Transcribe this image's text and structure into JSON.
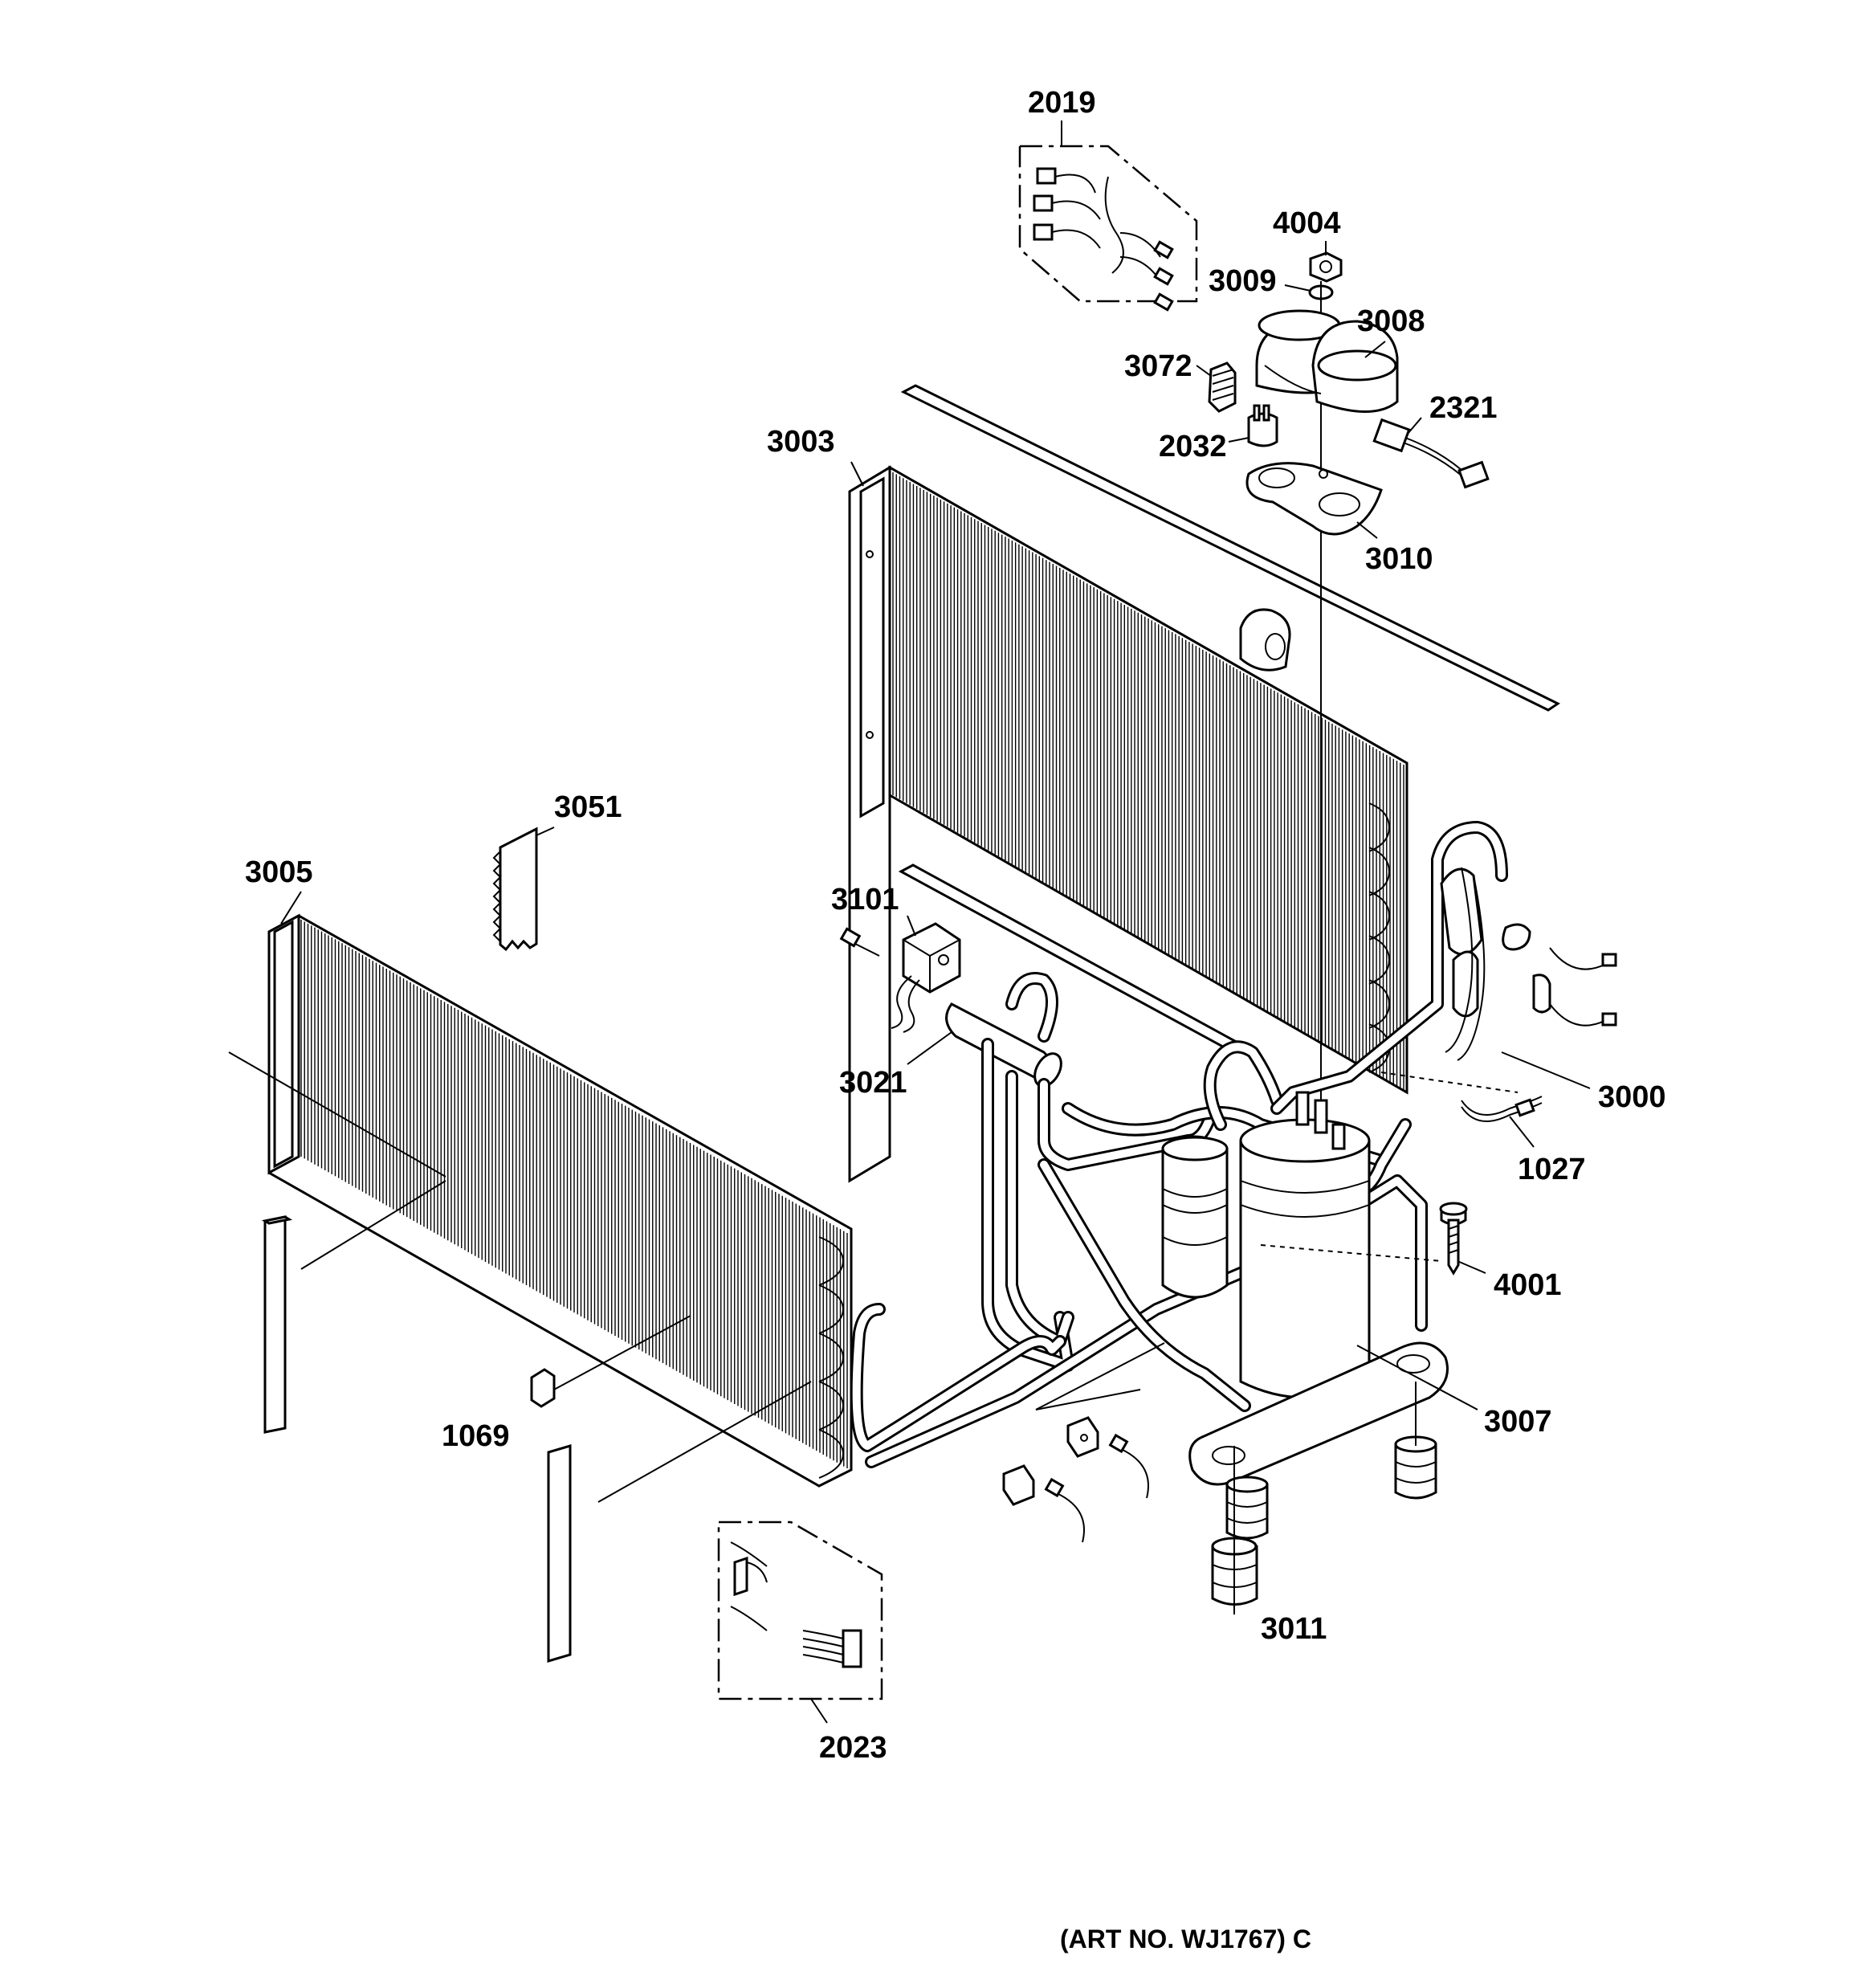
{
  "diagram": {
    "art_number": "(ART NO. WJ1767) C",
    "callouts": [
      {
        "id": "c2019",
        "label": "2019"
      },
      {
        "id": "c4004",
        "label": "4004"
      },
      {
        "id": "c3009",
        "label": "3009"
      },
      {
        "id": "c3008",
        "label": "3008"
      },
      {
        "id": "c3072",
        "label": "3072"
      },
      {
        "id": "c2321",
        "label": "2321"
      },
      {
        "id": "c3003",
        "label": "3003"
      },
      {
        "id": "c2032",
        "label": "2032"
      },
      {
        "id": "c3010",
        "label": "3010"
      },
      {
        "id": "c3051",
        "label": "3051"
      },
      {
        "id": "c3005",
        "label": "3005"
      },
      {
        "id": "c3101",
        "label": "3101"
      },
      {
        "id": "c3000",
        "label": "3000"
      },
      {
        "id": "c3021",
        "label": "3021"
      },
      {
        "id": "c1027",
        "label": "1027"
      },
      {
        "id": "c4001",
        "label": "4001"
      },
      {
        "id": "c1069",
        "label": "1069"
      },
      {
        "id": "c3007",
        "label": "3007"
      },
      {
        "id": "c3011",
        "label": "3011"
      },
      {
        "id": "c2023",
        "label": "2023"
      }
    ]
  }
}
